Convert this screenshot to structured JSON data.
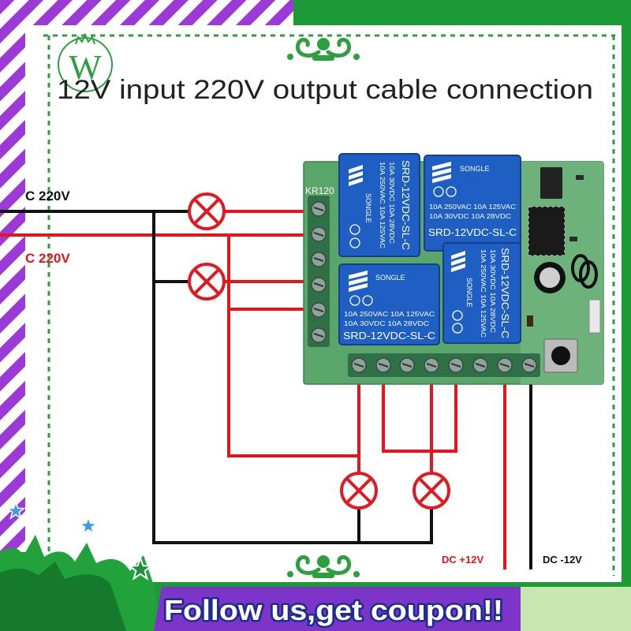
{
  "title": "12V input 220V output cable connection",
  "logo": {
    "letter": "W"
  },
  "labels": {
    "ac_line_black": "C 220V",
    "ac_line_red": "C 220V",
    "dc_positive": "DC +12V",
    "dc_negative": "DC -12V"
  },
  "board": {
    "silkscreen": "KR120",
    "relay": {
      "brand": "SONGLE",
      "rating_ac": "10A 250VAC 10A 125VAC",
      "rating_dc": "10A 30VDC 10A 28VDC",
      "model": "SRD-12VDC-SL-C"
    }
  },
  "banner": {
    "text": "Follow us,get coupon!!"
  },
  "colors": {
    "frame_green": "#1c9a36",
    "stripe_purple": "#9b3ad6",
    "wire_red": "#e8141c",
    "wire_black": "#111111",
    "relay_blue": "#1f5fc4",
    "pcb_green": "#5aa569",
    "banner_purple": "#7d35c9"
  },
  "icons": {
    "lamp": "lamp-icon",
    "ornament": "ornament-icon",
    "star": "star-icon",
    "logo": "w-logo-icon"
  }
}
